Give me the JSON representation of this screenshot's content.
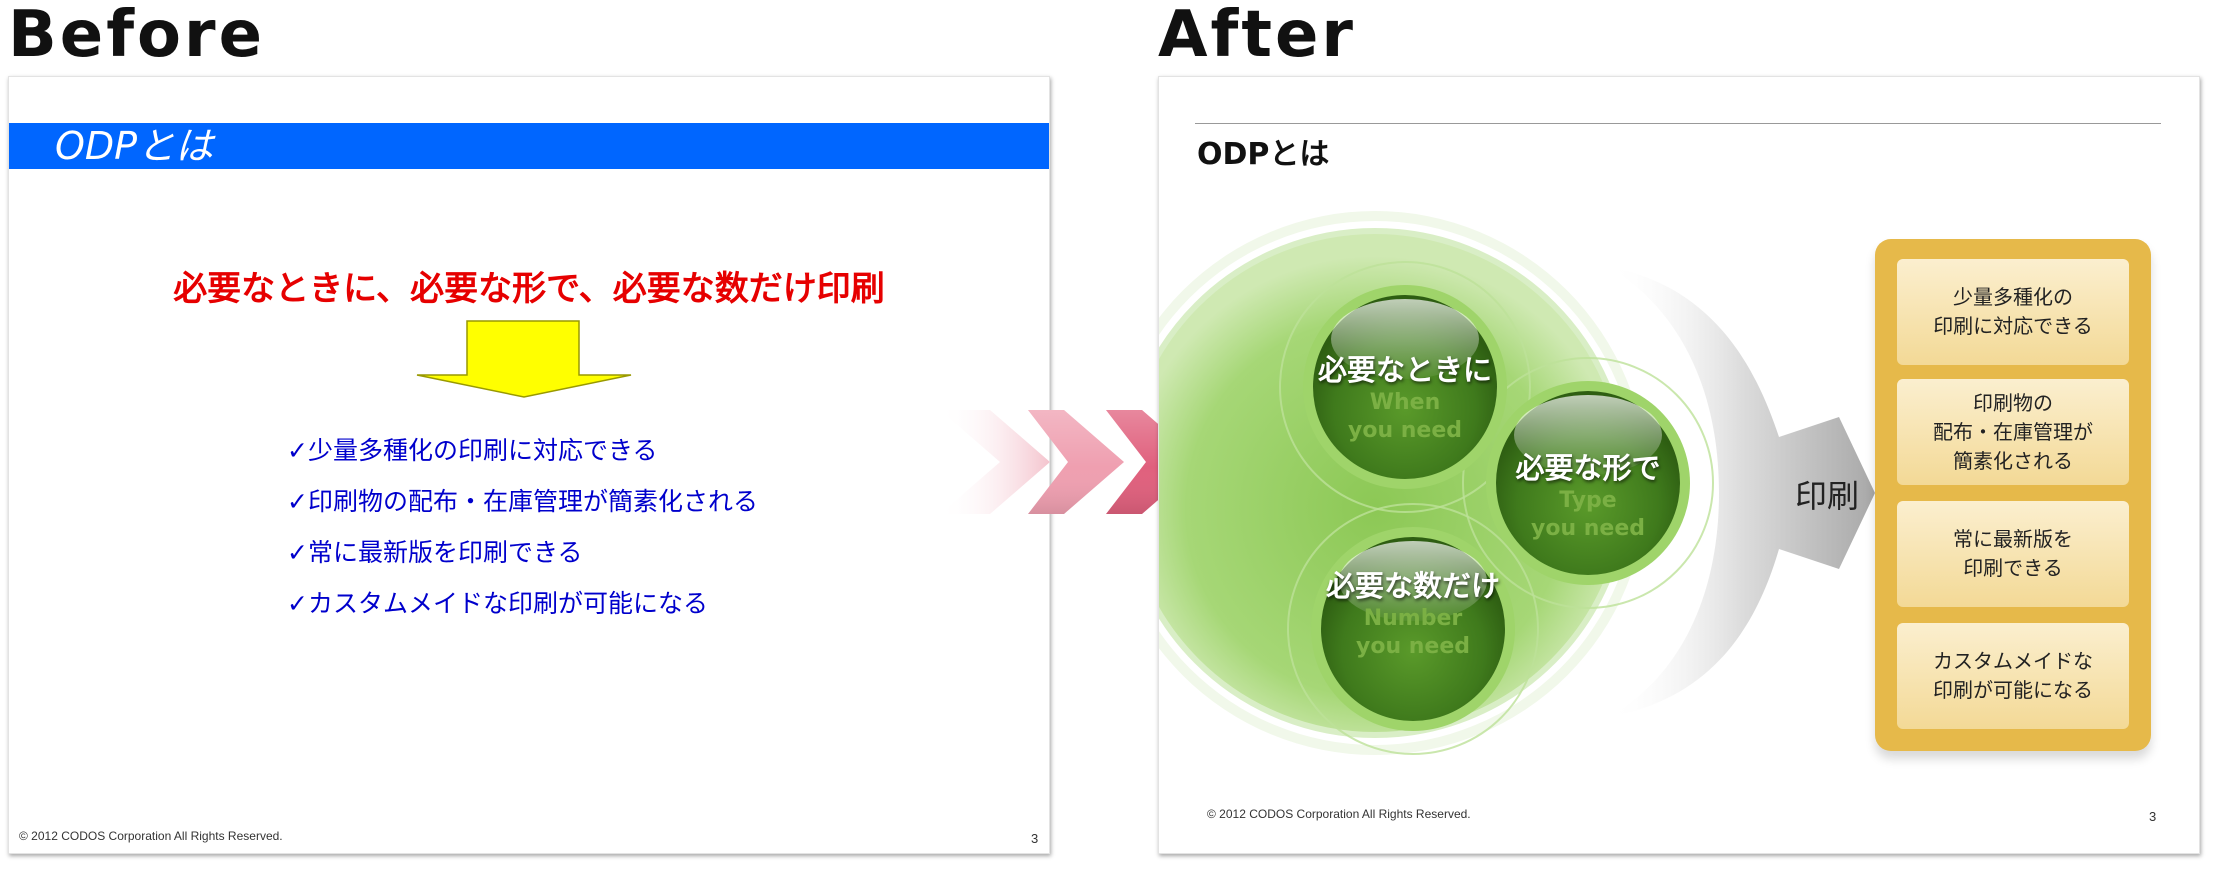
{
  "before": {
    "heading": "Before",
    "slide_title": "ODPとは",
    "headline": "必要なときに、必要な形で、必要な数だけ印刷",
    "items": [
      "✓少量多種化の印刷に対応できる",
      "✓印刷物の配布・在庫管理が簡素化される",
      "✓常に最新版を印刷できる",
      "✓カスタムメイドな印刷が可能になる"
    ],
    "footer": "© 2012 CODOS Corporation All Rights Reserved.",
    "page_number": "3"
  },
  "after": {
    "heading": "After",
    "slide_title": "ODPとは",
    "circles": [
      {
        "jp": "必要なときに",
        "en1": "When",
        "en2": "you need"
      },
      {
        "jp": "必要な形で",
        "en1": "Type",
        "en2": "you need"
      },
      {
        "jp": "必要な数だけ",
        "en1": "Number",
        "en2": "you need"
      }
    ],
    "arrow_label": "印刷",
    "benefits": [
      "少量多種化の\n印刷に対応できる",
      "印刷物の\n配布・在庫管理が\n簡素化される",
      "常に最新版を\n印刷できる",
      "カスタムメイドな\n印刷が可能になる"
    ],
    "footer": "© 2012 CODOS Corporation All Rights Reserved.",
    "page_number": "3"
  },
  "colors": {
    "blue_band": "#0066ff",
    "headline_red": "#e60000",
    "arrow_yellow": "#ffff00",
    "list_blue": "#0000cc",
    "chevron_crimson": "#c8143c",
    "ball_green": "#3f7a1c",
    "panel_gold": "#e6b94a"
  }
}
